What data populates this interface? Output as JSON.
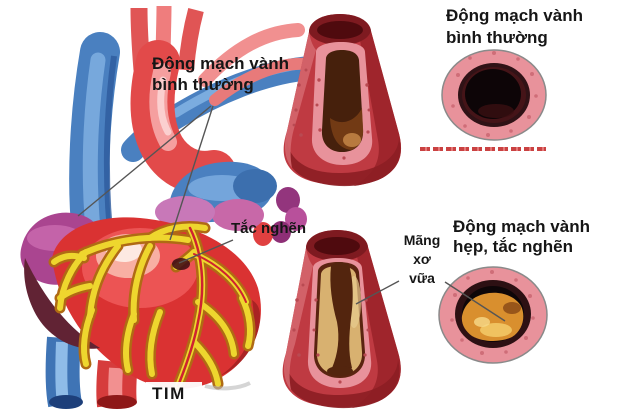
{
  "heart_panel": {
    "normal_artery_label": [
      "Động mạch vành",
      "bình thường"
    ],
    "blockage_label": "Tắc nghẽn",
    "heart_label": "TIM"
  },
  "normal_row": {
    "cross_section_label": [
      "Động mạch vành",
      "bình thường"
    ]
  },
  "blocked_row": {
    "cross_section_label": [
      "Động mạch vành",
      "hẹp, tắc nghẽn"
    ],
    "plaque_label": [
      "Mãng",
      "xơ",
      "vữa"
    ]
  },
  "colors": {
    "text": "#161616",
    "heart_red": "#da3232",
    "vessel_blue": "#4a80c0",
    "coronary_yellow": "#eed62e",
    "artery_red": "#bf3a42",
    "artery_wall_pink": "#e8929b",
    "lumen_dark_brown": "#46200c",
    "plaque_tan": "#d8b170",
    "plaque_orange": "#d98f2e",
    "atrium_purple": "#aa4590",
    "watermark_red": "#cc2222",
    "arrow_gray": "#555555"
  }
}
